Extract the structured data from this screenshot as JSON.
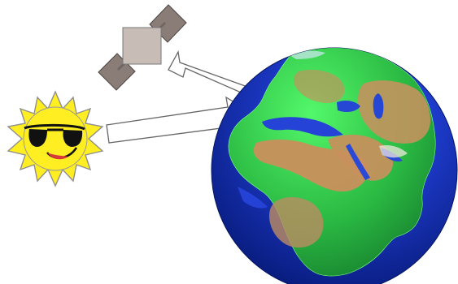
{
  "scene": {
    "elements": [
      {
        "name": "satellite-icon",
        "kind": "icon"
      },
      {
        "name": "sun-icon",
        "kind": "icon"
      },
      {
        "name": "earth-globe",
        "kind": "illustration"
      },
      {
        "name": "incoming-sunlight-arrow",
        "kind": "arrow"
      },
      {
        "name": "reflected-radiation-arrow",
        "kind": "arrow"
      }
    ]
  },
  "colors": {
    "background": "#ffffff",
    "ocean": "#1b2fb3",
    "land": "#2fbf4a",
    "desert": "#c98f5c",
    "sun_fill": "#ffee22",
    "sun_stroke": "#888888",
    "satellite_panel": "#8a7d78",
    "satellite_body": "#c8bcb6",
    "arrow_fill": "#ffffff",
    "arrow_stroke": "#666666"
  }
}
